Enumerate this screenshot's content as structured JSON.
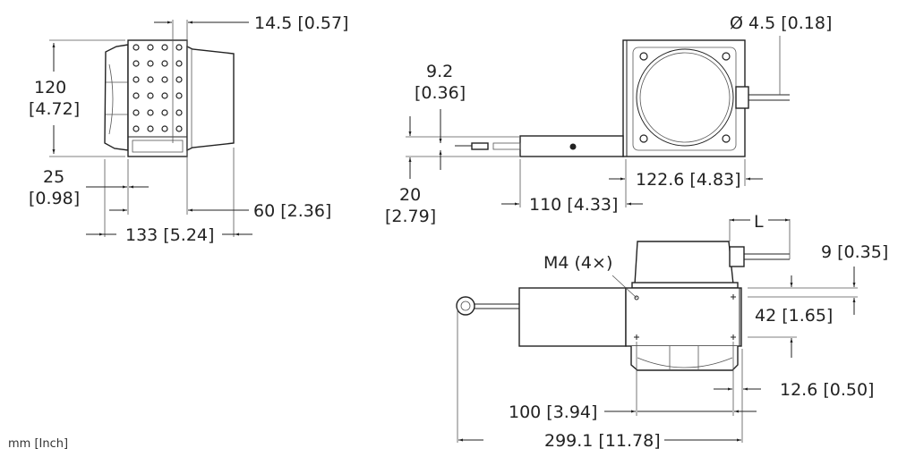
{
  "drawing": {
    "units_note": "mm [Inch]",
    "dimensions": {
      "side_view": {
        "d1": "14.5 [0.57]",
        "d2_top": "120",
        "d2_bottom": "[4.72]",
        "d3_top": "25",
        "d3_bottom": "[0.98]",
        "d4": "60 [2.36]",
        "d5": "133 [5.24]"
      },
      "top_view": {
        "d1": "Ø 4.5 [0.18]",
        "d2_top": "9.2",
        "d2_bottom": "[0.36]",
        "d3_top": "20",
        "d3_bottom": "[2.79]",
        "d4": "122.6 [4.83]",
        "d5": "110 [4.33]"
      },
      "front_view": {
        "d1": "L",
        "d2": "9 [0.35]",
        "d3": "M4 (4×)",
        "d4": "42 [1.65]",
        "d5": "12.6 [0.50]",
        "d6": "100 [3.94]",
        "d7": "299.1 [11.78]"
      }
    }
  }
}
